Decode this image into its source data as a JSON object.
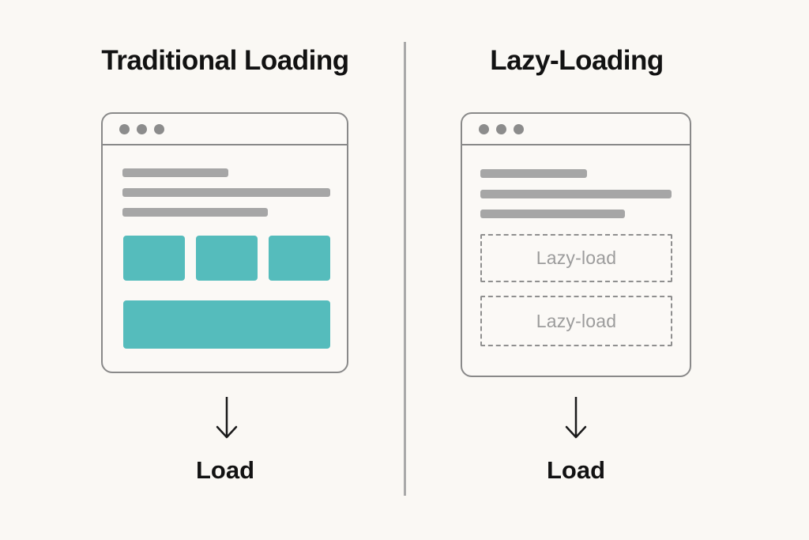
{
  "diagram": {
    "left": {
      "title": "Traditional Loading",
      "load_label": "Load"
    },
    "right": {
      "title": "Lazy-Loading",
      "load_label": "Load",
      "lazy_box_1": "Lazy-load",
      "lazy_box_2": "Lazy-load"
    },
    "colors": {
      "background": "#faf8f4",
      "teal_block": "#55bcbc",
      "skeleton_gray": "#a6a6a6",
      "window_border": "#898989",
      "dashed_border": "#8f8f8f",
      "muted_text": "#9c9c9c",
      "dark_text": "#121212",
      "divider_gray": "#a9a9a9"
    }
  }
}
